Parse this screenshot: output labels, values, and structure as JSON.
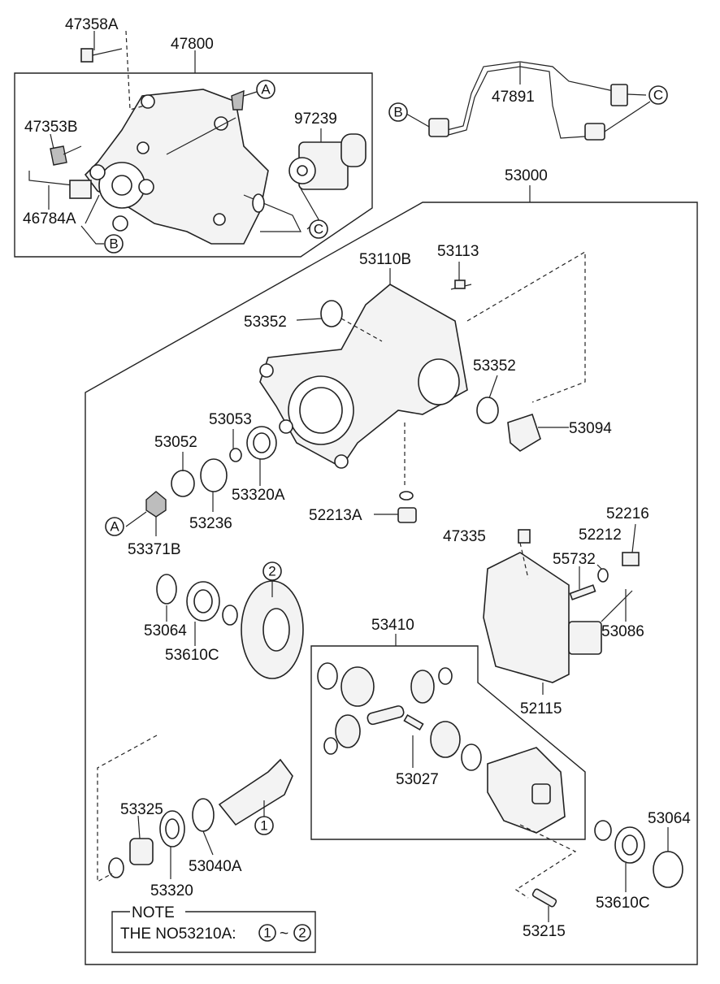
{
  "labels": {
    "p47358A": "47358A",
    "p47800": "47800",
    "p47353B": "47353B",
    "p97239": "97239",
    "p46784A": "46784A",
    "p47891": "47891",
    "p53000": "53000",
    "p53110B": "53110B",
    "p53113": "53113",
    "p53352a": "53352",
    "p53352b": "53352",
    "p53094": "53094",
    "p53053": "53053",
    "p53052": "53052",
    "p53320A": "53320A",
    "p53236": "53236",
    "p52213A": "52213A",
    "p53371B": "53371B",
    "p47335": "47335",
    "p52216": "52216",
    "p52212": "52212",
    "p55732": "55732",
    "p53086": "53086",
    "p52115": "52115",
    "p53064a": "53064",
    "p53610Ca": "53610C",
    "p53410": "53410",
    "p53027": "53027",
    "p53325": "53325",
    "p53320": "53320",
    "p53040A": "53040A",
    "p53064b": "53064",
    "p53610Cb": "53610C",
    "p53215": "53215"
  },
  "callouts": {
    "A": "A",
    "B": "B",
    "C": "C",
    "one": "1",
    "two": "2"
  },
  "note": {
    "title": "NOTE",
    "text": "THE NO53210A:",
    "range_start": "1",
    "range_sep": "~",
    "range_end": "2"
  }
}
